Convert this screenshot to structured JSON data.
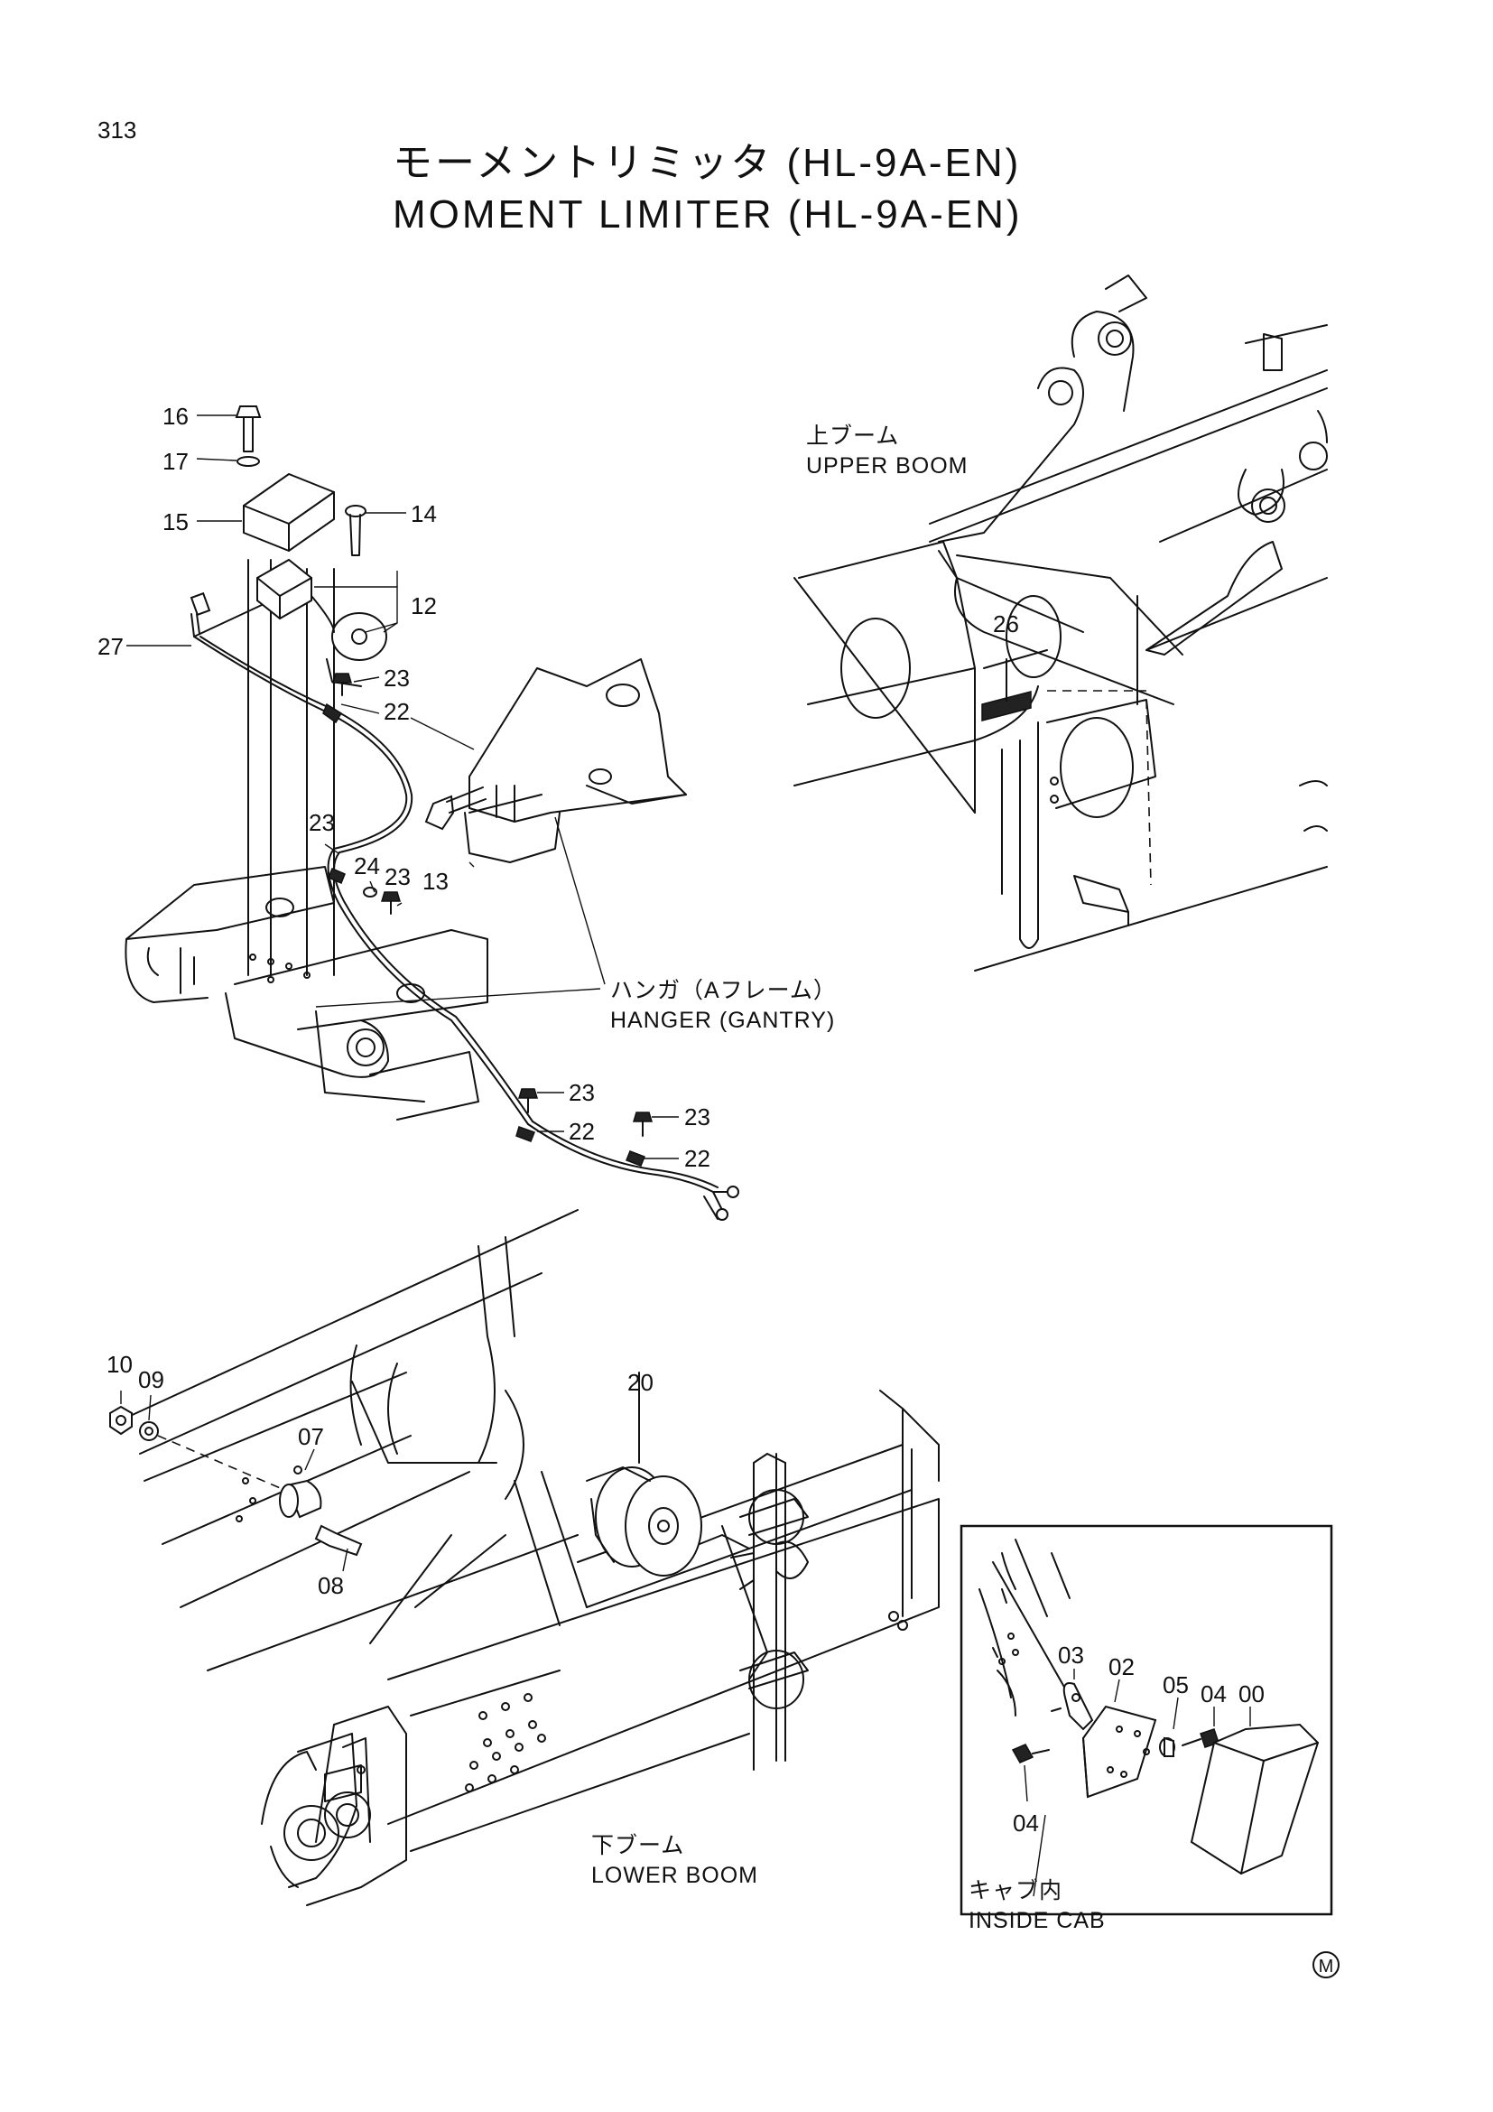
{
  "page": {
    "number": "313",
    "title_jp": "モーメントリミッタ (HL-9A-EN)",
    "title_en": "MOMENT LIMITER (HL-9A-EN)",
    "symbol": "M"
  },
  "areas": {
    "upper_boom_jp": "上ブーム",
    "upper_boom_en": "UPPER BOOM",
    "hanger_jp": "ハンガ（Aフレーム）",
    "hanger_en": "HANGER (GANTRY)",
    "lower_boom_jp": "下ブーム",
    "lower_boom_en": "LOWER BOOM",
    "inside_cab_jp": "キャブ内",
    "inside_cab_en": "INSIDE CAB"
  },
  "callouts": {
    "c16": "16",
    "c17": "17",
    "c15": "15",
    "c14": "14",
    "c12": "12",
    "c27": "27",
    "c23a": "23",
    "c22a": "22",
    "c13": "13",
    "c23b": "23",
    "c24": "24",
    "c23c": "23",
    "c23d": "23",
    "c22b": "22",
    "c23e": "23",
    "c22c": "22",
    "c26": "26",
    "c10": "10",
    "c09": "09",
    "c07": "07",
    "c08": "08",
    "c20": "20",
    "c03": "03",
    "c02": "02",
    "c05": "05",
    "c04a": "04",
    "c00": "00",
    "c04b": "04"
  }
}
